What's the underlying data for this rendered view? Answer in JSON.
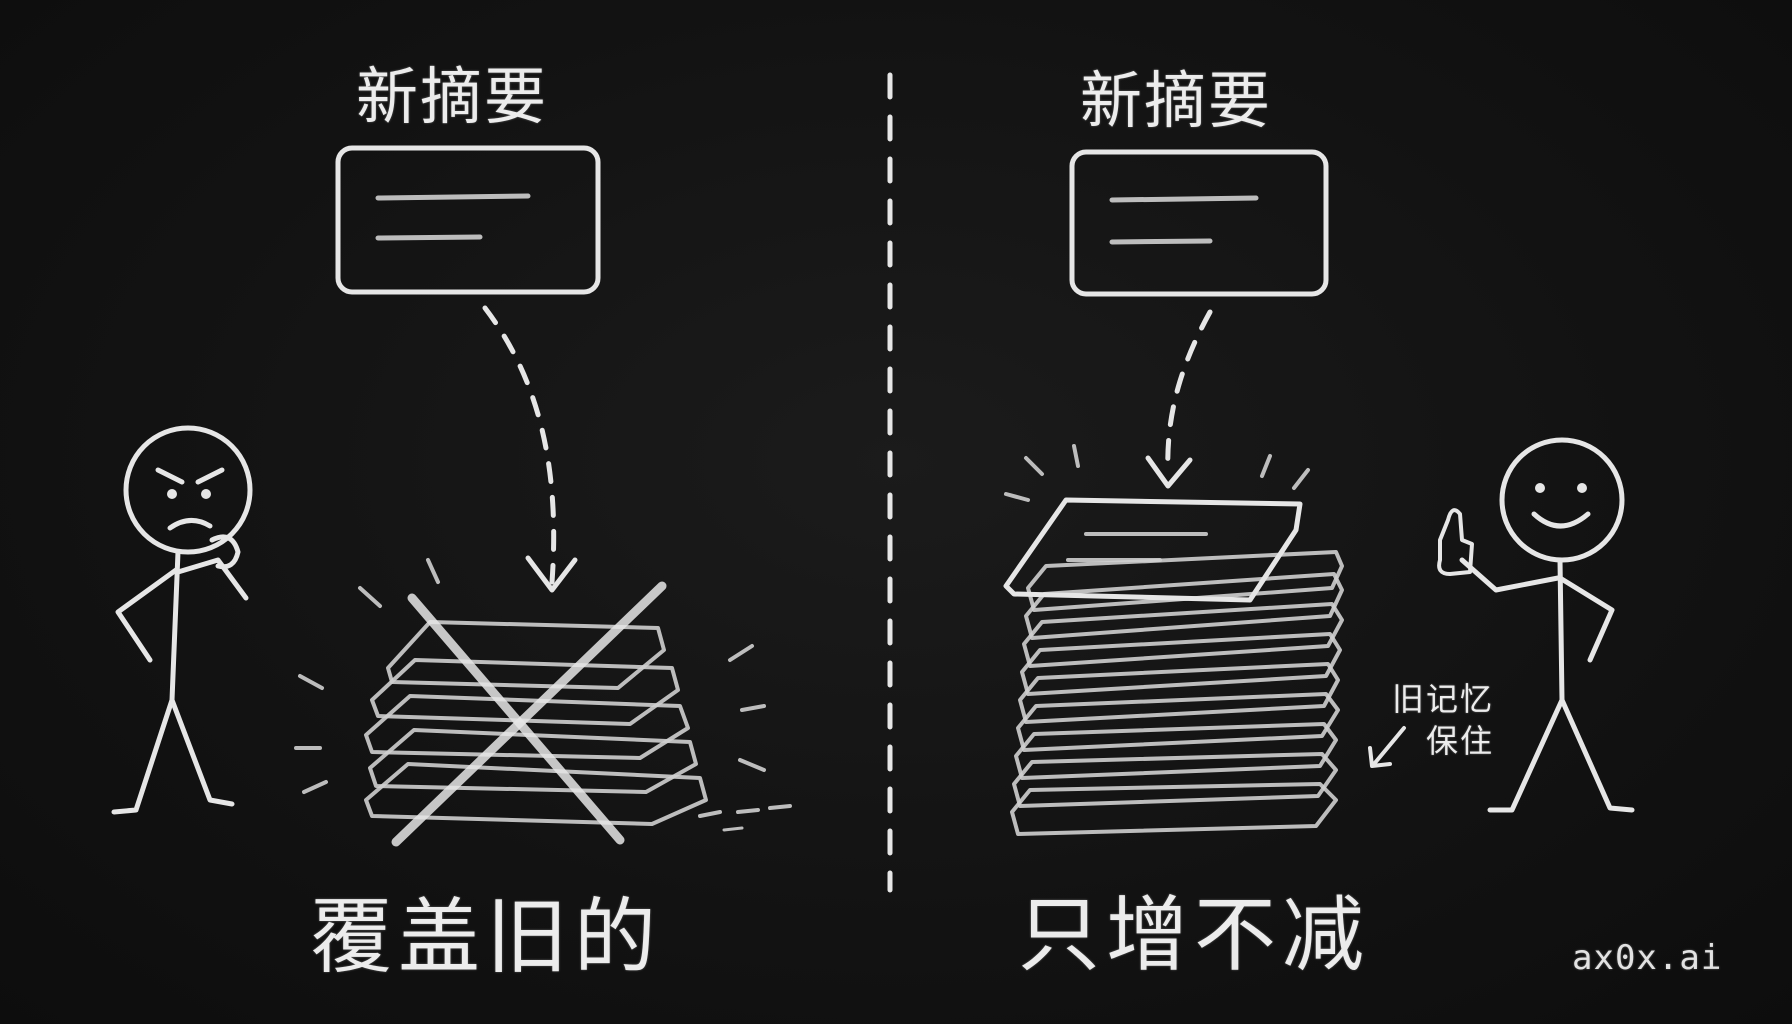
{
  "left": {
    "title": "新摘要",
    "caption": "覆盖旧的"
  },
  "right": {
    "title": "新摘要",
    "caption": "只增不减",
    "note_line1": "旧记忆",
    "note_line2": "保住"
  },
  "brand": "ax0x.ai",
  "colors": {
    "background": "#111111",
    "chalk": "#e6e6e6"
  }
}
